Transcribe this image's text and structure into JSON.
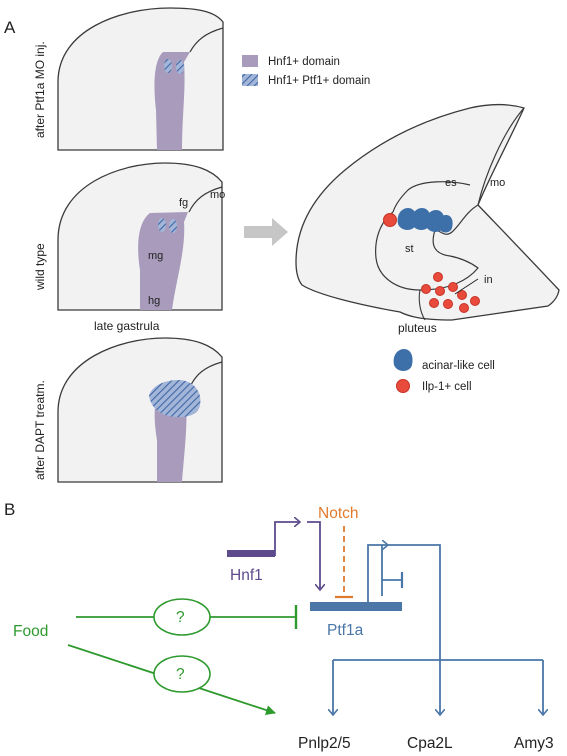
{
  "panel_a": {
    "label": "A",
    "side_labels": [
      "after Ptf1a MO inj.",
      "wild type",
      "after DAPT treatm."
    ],
    "embryo_labels": {
      "fg": "fg",
      "mo": "mo",
      "mg": "mg",
      "hg": "hg"
    },
    "caption_left": "late gastrula",
    "caption_right": "pluteus",
    "pluteus_labels": {
      "es": "es",
      "mo": "mo",
      "st": "st",
      "in": "in"
    },
    "legend": {
      "hnf1": "Hnf1+ domain",
      "hnf1_ptf1": "Hnf1+ Ptf1+ domain",
      "acinar": "acinar-like cell",
      "ilp": "Ilp-1+ cell"
    }
  },
  "panel_b": {
    "label": "B",
    "notch": "Notch",
    "hnf1": "Hnf1",
    "ptf1a": "Ptf1a",
    "food": "Food",
    "unknown_1": "?",
    "unknown_2": "?",
    "targets": [
      "Pnlp2/5",
      "Cpa2L",
      "Amy3"
    ]
  },
  "colors": {
    "hnf1_domain": "#a89bbc",
    "ptf1_stripe": "#4f77b5",
    "acinar": "#3d6fa8",
    "ilp": "#e84b3c",
    "embryo_fill": "#f2f2f2",
    "outline": "#3a3a3a",
    "hnf1_line": "#5d4b8c",
    "notch": "#e07b2e",
    "ptf1a_blue": "#4a76a8",
    "food_green": "#2e9a2e",
    "arrow_gray": "#c6c6c6"
  }
}
